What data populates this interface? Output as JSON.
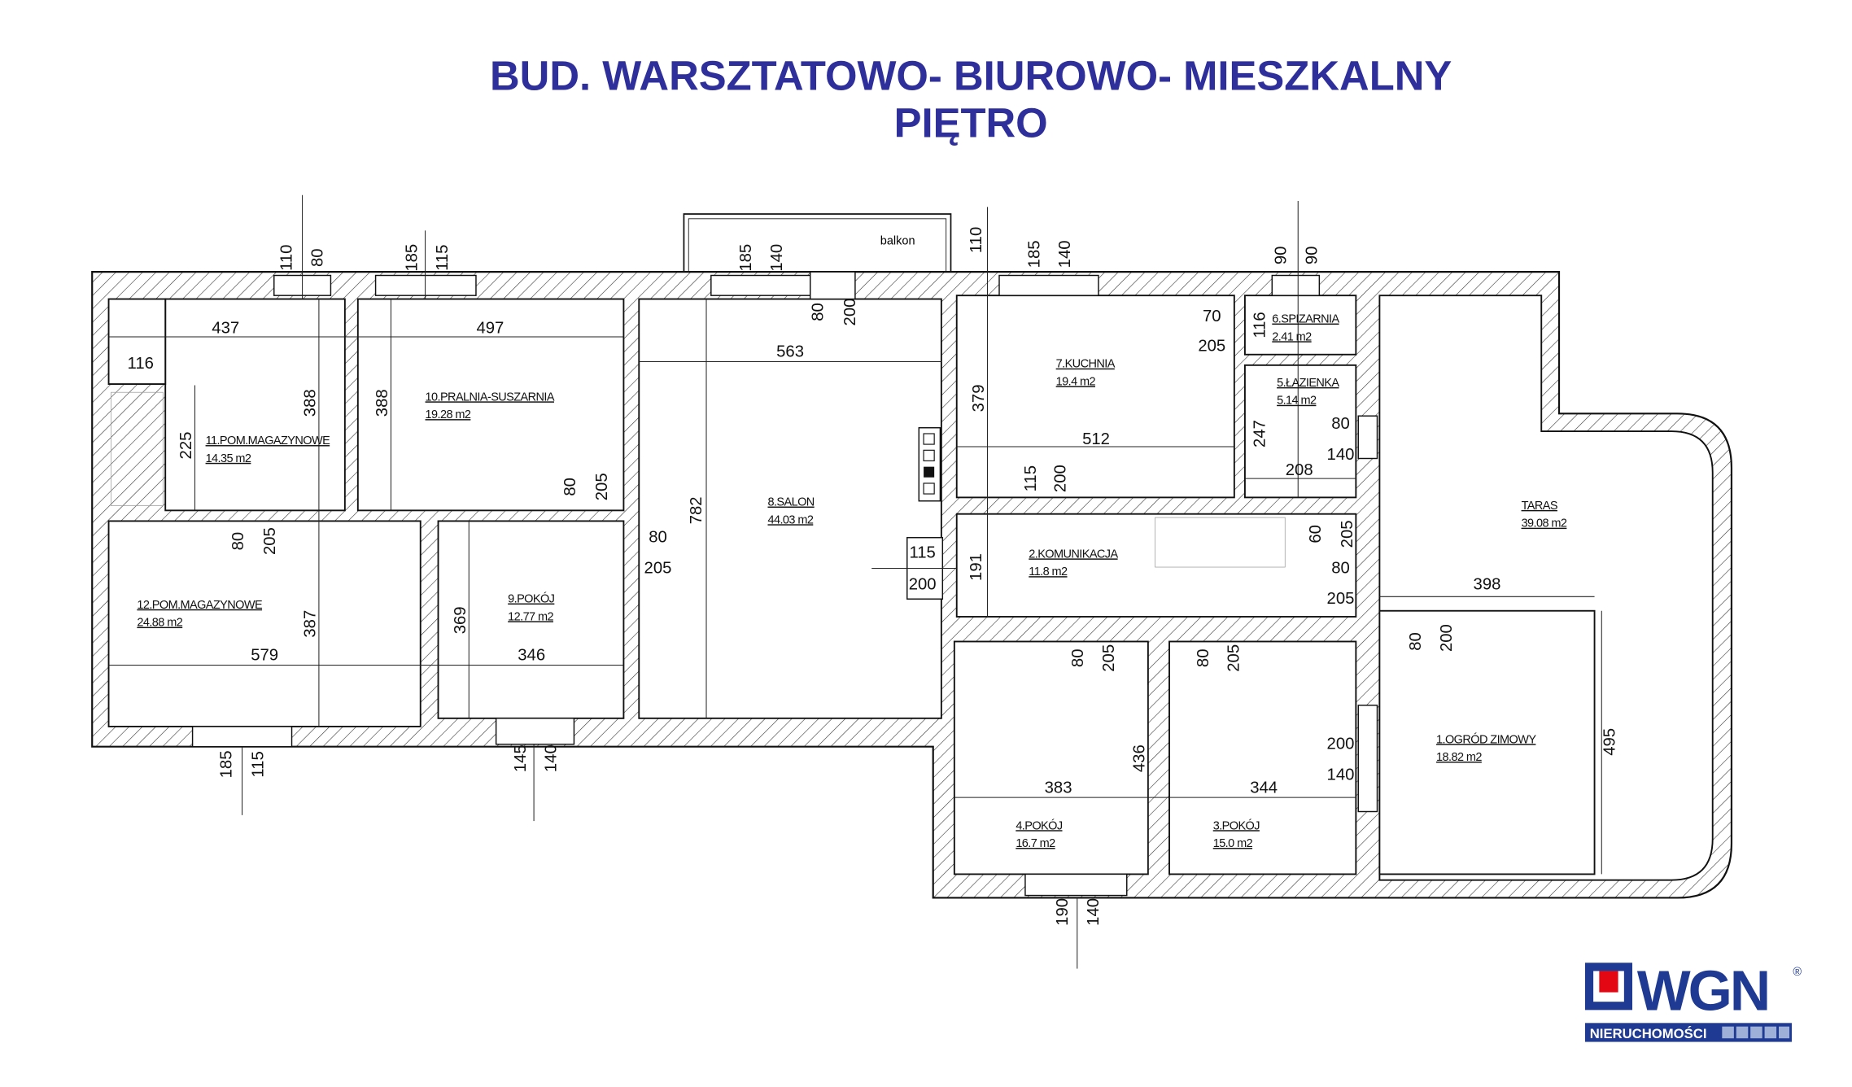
{
  "title": {
    "line1": "BUD. WARSZTATOWO- BIUROWO- MIESZKALNY",
    "line2": "PIĘTRO"
  },
  "balcony_label": "balkon",
  "rooms": [
    {
      "name": "1.OGRÓD ZIMOWY",
      "area": "18.82 m2"
    },
    {
      "name": "2.KOMUNIKACJA",
      "area": "11.8 m2"
    },
    {
      "name": "3.POKÓJ",
      "area": "15.0 m2"
    },
    {
      "name": "4.POKÓJ",
      "area": "16.7 m2"
    },
    {
      "name": "5.ŁAZIENKA",
      "area": "5.14 m2"
    },
    {
      "name": "6.SPIZARNIA",
      "area": "2.41 m2"
    },
    {
      "name": "7.KUCHNIA",
      "area": "19.4 m2"
    },
    {
      "name": "8.SALON",
      "area": "44.03 m2"
    },
    {
      "name": "9.POKÓJ",
      "area": "12.77 m2"
    },
    {
      "name": "10.PRALNIA-SUSZARNIA",
      "area": "19.28 m2"
    },
    {
      "name": "11.POM.MAGAZYNOWE",
      "area": "14.35 m2"
    },
    {
      "name": "12.POM.MAGAZYNOWE",
      "area": "24.88 m2"
    },
    {
      "name": "TARAS",
      "area": "39.08 m2"
    }
  ],
  "dimensions": [
    "437",
    "497",
    "563",
    "116",
    "388",
    "388",
    "225",
    "80",
    "205",
    "80",
    "205",
    "782",
    "80",
    "205",
    "387",
    "369",
    "579",
    "346",
    "80",
    "200",
    "110",
    "80",
    "185",
    "115",
    "185",
    "140",
    "110",
    "185",
    "140",
    "90",
    "90",
    "185",
    "115",
    "145",
    "140",
    "190",
    "140",
    "379",
    "512",
    "115",
    "200",
    "70",
    "205",
    "116",
    "247",
    "80",
    "140",
    "208",
    "115",
    "200",
    "191",
    "60",
    "205",
    "80",
    "205",
    "398",
    "80",
    "200",
    "80",
    "205",
    "80",
    "205",
    "436",
    "383",
    "344",
    "200",
    "140",
    "495"
  ],
  "logo": {
    "brand": "WGN",
    "subtitle": "NIERUCHOMOŚCI",
    "registered": "®",
    "brand_color": "#1f3a93",
    "accent_color": "#e30613"
  },
  "colors": {
    "title": "#2f2f9c"
  }
}
